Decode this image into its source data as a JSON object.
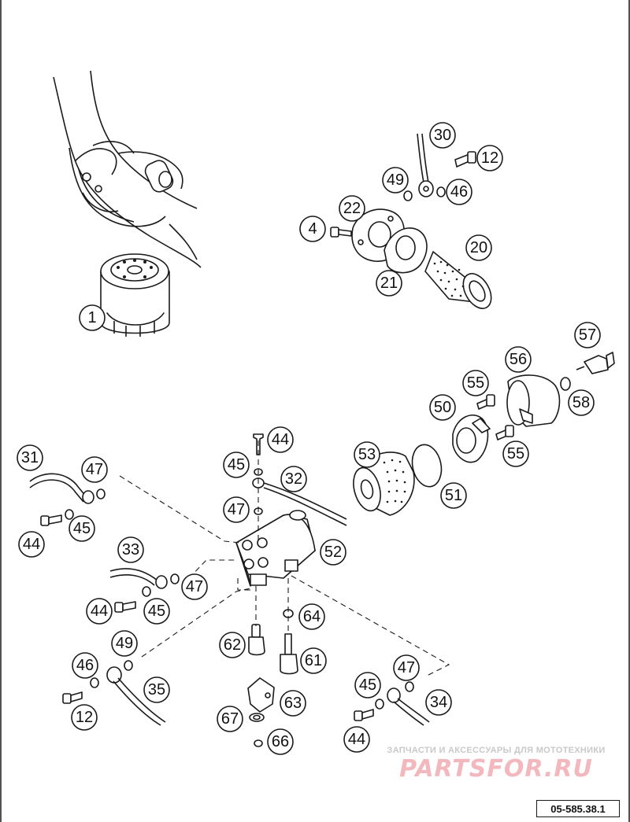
{
  "diagram": {
    "callouts": [
      {
        "id": "1",
        "label": "1"
      },
      {
        "id": "4",
        "label": "4"
      },
      {
        "id": "12a",
        "label": "12"
      },
      {
        "id": "12b",
        "label": "12"
      },
      {
        "id": "20",
        "label": "20"
      },
      {
        "id": "21",
        "label": "21"
      },
      {
        "id": "22",
        "label": "22"
      },
      {
        "id": "30",
        "label": "30"
      },
      {
        "id": "31",
        "label": "31"
      },
      {
        "id": "32",
        "label": "32"
      },
      {
        "id": "33",
        "label": "33"
      },
      {
        "id": "34",
        "label": "34"
      },
      {
        "id": "35",
        "label": "35"
      },
      {
        "id": "44a",
        "label": "44"
      },
      {
        "id": "44b",
        "label": "44"
      },
      {
        "id": "44c",
        "label": "44"
      },
      {
        "id": "44d",
        "label": "44"
      },
      {
        "id": "45a",
        "label": "45"
      },
      {
        "id": "45b",
        "label": "45"
      },
      {
        "id": "45c",
        "label": "45"
      },
      {
        "id": "45d",
        "label": "45"
      },
      {
        "id": "46a",
        "label": "46"
      },
      {
        "id": "46b",
        "label": "46"
      },
      {
        "id": "47a",
        "label": "47"
      },
      {
        "id": "47b",
        "label": "47"
      },
      {
        "id": "47c",
        "label": "47"
      },
      {
        "id": "47d",
        "label": "47"
      },
      {
        "id": "49a",
        "label": "49"
      },
      {
        "id": "49b",
        "label": "49"
      },
      {
        "id": "50",
        "label": "50"
      },
      {
        "id": "51",
        "label": "51"
      },
      {
        "id": "52",
        "label": "52"
      },
      {
        "id": "53",
        "label": "53"
      },
      {
        "id": "55a",
        "label": "55"
      },
      {
        "id": "55b",
        "label": "55"
      },
      {
        "id": "56",
        "label": "56"
      },
      {
        "id": "57",
        "label": "57"
      },
      {
        "id": "58",
        "label": "58"
      },
      {
        "id": "61",
        "label": "61"
      },
      {
        "id": "62",
        "label": "62"
      },
      {
        "id": "63",
        "label": "63"
      },
      {
        "id": "64",
        "label": "64"
      },
      {
        "id": "66",
        "label": "66"
      },
      {
        "id": "67",
        "label": "67"
      }
    ]
  },
  "watermark": {
    "tagline": "ЗАПЧАСТИ И АКСЕССУАРЫ ДЛЯ МОТОТЕХНИКИ",
    "logo": "PARTSFOR.RU"
  },
  "reference_code": "05-585.38.1",
  "colors": {
    "line": "#1a1a1a",
    "background": "#ffffff",
    "watermark_logo": "#f3b8bd",
    "watermark_text": "#c9c9c9"
  }
}
